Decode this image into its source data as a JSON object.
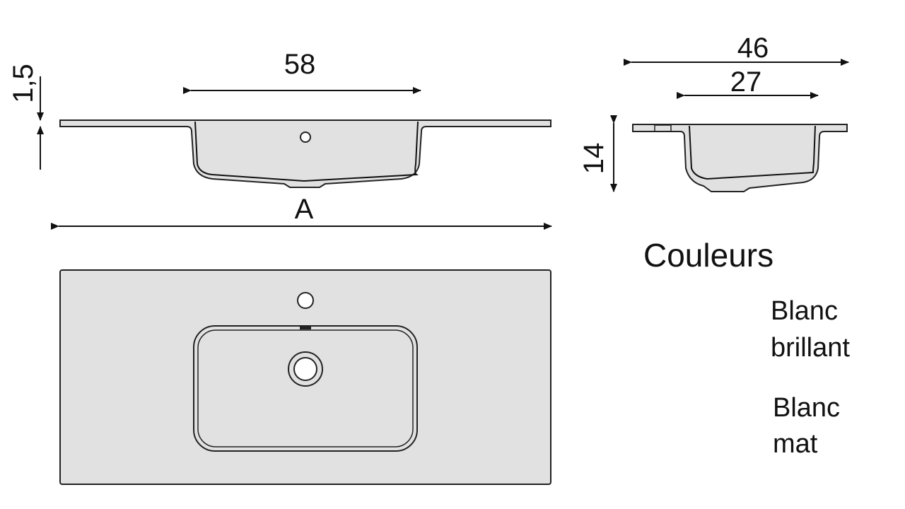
{
  "front_view": {
    "width_label": "58",
    "thickness_label": "1,5",
    "overall_label": "A"
  },
  "side_view": {
    "depth_label": "46",
    "basin_depth_label": "27",
    "height_label": "14"
  },
  "colors_section": {
    "title": "Couleurs",
    "options": [
      {
        "line1": "Blanc",
        "line2": "brillant"
      },
      {
        "line1": "Blanc",
        "line2": "mat"
      }
    ]
  },
  "palette": {
    "material_fill": "#e1e1e1",
    "outline": "#222222"
  }
}
